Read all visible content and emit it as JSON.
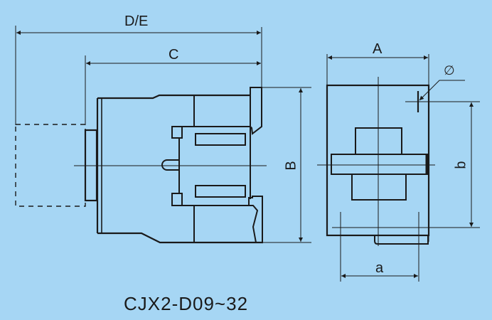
{
  "drawing": {
    "caption": "CJX2-D09~32",
    "background_color": "#a6d6f4",
    "line_color": "#1a1a1a",
    "side_view": {
      "dimensions": {
        "overall_width": "D/E",
        "body_width": "C",
        "height": "B"
      }
    },
    "front_view": {
      "dimensions": {
        "width": "A",
        "mount_hole_spacing_horizontal": "a",
        "mount_hole_spacing_vertical": "b",
        "hole_diameter_symbol": "∅"
      }
    }
  }
}
